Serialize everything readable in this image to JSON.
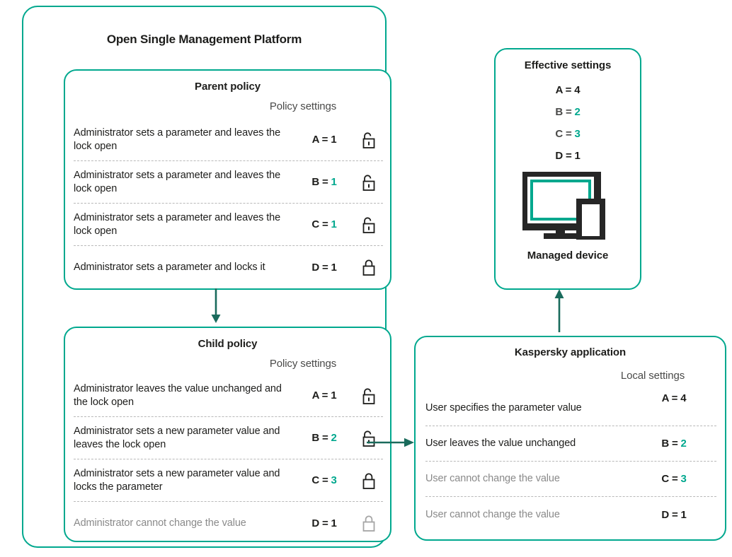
{
  "platform": {
    "title": "Open Single Management Platform"
  },
  "colors": {
    "accent": "#00a88e",
    "text": "#1d1d1b",
    "muted": "#8a8a8a",
    "arrow": "#1a6b5c"
  },
  "parent_policy": {
    "title": "Parent policy",
    "settings_header": "Policy settings",
    "rows": [
      {
        "label": "Administrator sets a parameter and leaves the lock open",
        "key": "A =",
        "value": "1",
        "value_accent": false,
        "lock": "lock-open-icon",
        "lock_dim": false,
        "label_dim": false
      },
      {
        "label": "Administrator sets a parameter and leaves the lock open",
        "key": "B =",
        "value": "1",
        "value_accent": true,
        "lock": "lock-open-icon",
        "lock_dim": false,
        "label_dim": false
      },
      {
        "label": "Administrator sets a parameter and leaves the lock open",
        "key": "C =",
        "value": "1",
        "value_accent": true,
        "lock": "lock-open-icon",
        "lock_dim": false,
        "label_dim": false
      },
      {
        "label": "Administrator sets a parameter and locks it",
        "key": "D =",
        "value": "1",
        "value_accent": false,
        "lock": "lock-closed-icon",
        "lock_dim": false,
        "label_dim": false
      }
    ]
  },
  "child_policy": {
    "title": "Child policy",
    "settings_header": "Policy settings",
    "rows": [
      {
        "label": "Administrator leaves the value unchanged  and the lock open",
        "key": "A =",
        "value": "1",
        "value_accent": false,
        "lock": "lock-open-icon",
        "lock_dim": false,
        "label_dim": false
      },
      {
        "label": "Administrator sets a new parameter value and leaves the lock open",
        "key": "B =",
        "value": "2",
        "value_accent": true,
        "lock": "lock-open-icon",
        "lock_dim": false,
        "label_dim": false
      },
      {
        "label": "Administrator sets a new parameter  value and locks the parameter",
        "key": "C =",
        "value": "3",
        "value_accent": true,
        "lock": "lock-closed-icon",
        "lock_dim": false,
        "label_dim": false
      },
      {
        "label": "Administrator cannot change the value",
        "key": "D =",
        "value": "1",
        "value_accent": false,
        "lock": "lock-closed-icon",
        "lock_dim": true,
        "label_dim": true
      }
    ]
  },
  "kaspersky_application": {
    "title": "Kaspersky application",
    "settings_header": "Local settings",
    "rows": [
      {
        "label": "User specifies the parameter value",
        "key": "A =",
        "value": "4",
        "value_accent": false,
        "label_dim": false
      },
      {
        "label": "User leaves the value unchanged",
        "key": "B =",
        "value": "2",
        "value_accent": true,
        "label_dim": false
      },
      {
        "label": "User cannot change the value",
        "key": "C =",
        "value": "3",
        "value_accent": true,
        "label_dim": true
      },
      {
        "label": "User cannot change the value",
        "key": "D =",
        "value": "1",
        "value_accent": false,
        "label_dim": true
      }
    ]
  },
  "effective_settings": {
    "title": "Effective settings",
    "values": [
      {
        "key": "A =",
        "value": "4",
        "key_dim": false,
        "value_accent": false
      },
      {
        "key": "B =",
        "value": "2",
        "key_dim": true,
        "value_accent": true
      },
      {
        "key": "C =",
        "value": "3",
        "key_dim": true,
        "value_accent": true
      },
      {
        "key": "D =",
        "value": "1",
        "key_dim": false,
        "value_accent": false
      }
    ],
    "device_caption": "Managed device",
    "device_icon": "managed-device-icon"
  },
  "arrows": [
    {
      "name": "arrow-parent-to-child",
      "direction": "down"
    },
    {
      "name": "arrow-child-to-application",
      "direction": "right"
    },
    {
      "name": "arrow-application-to-effective",
      "direction": "up"
    }
  ]
}
